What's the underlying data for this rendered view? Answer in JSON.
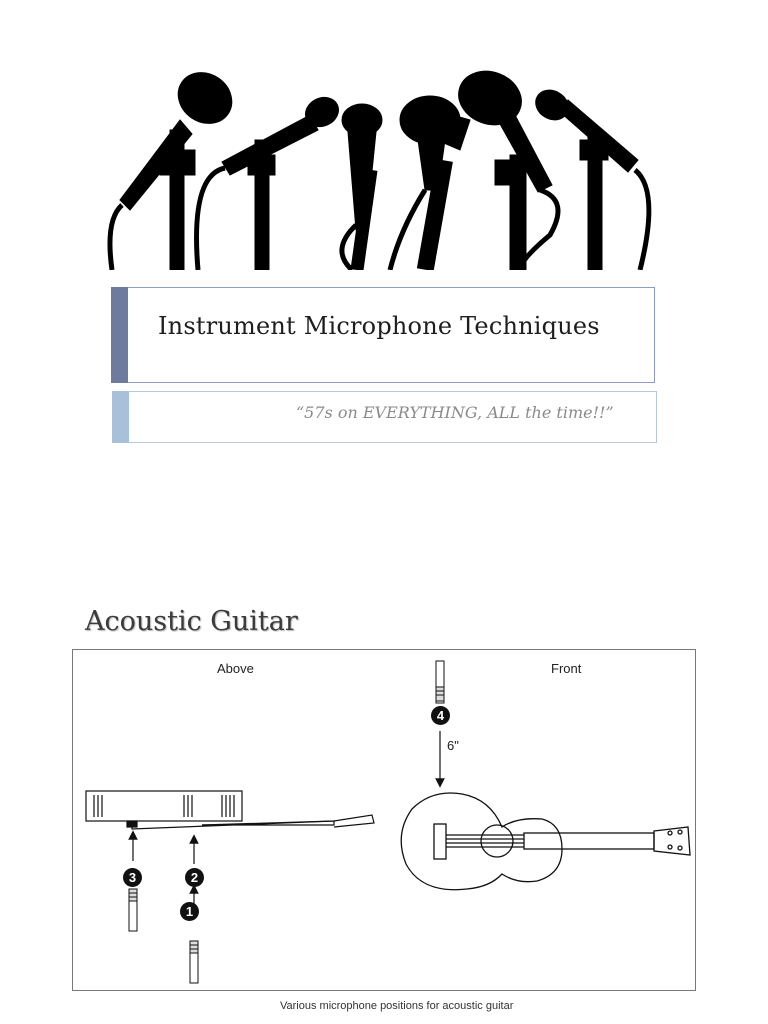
{
  "title": "Instrument Microphone Techniques",
  "subtitle": "“57s on EVERYTHING, ALL the time!!”",
  "section_heading": "Acoustic Guitar",
  "diagram": {
    "label_above": "Above",
    "label_front": "Front",
    "distance_label": "6\"",
    "positions": [
      "1",
      "2",
      "3",
      "4"
    ],
    "caption": "Various microphone positions for acoustic guitar"
  },
  "icons": {
    "banner": "microphone-silhouettes",
    "diagram_top": "guitar-top-view",
    "diagram_front": "guitar-front-view"
  },
  "colors": {
    "title_bar": "#6f7a9f",
    "subtitle_bar": "#a8c0d9"
  }
}
